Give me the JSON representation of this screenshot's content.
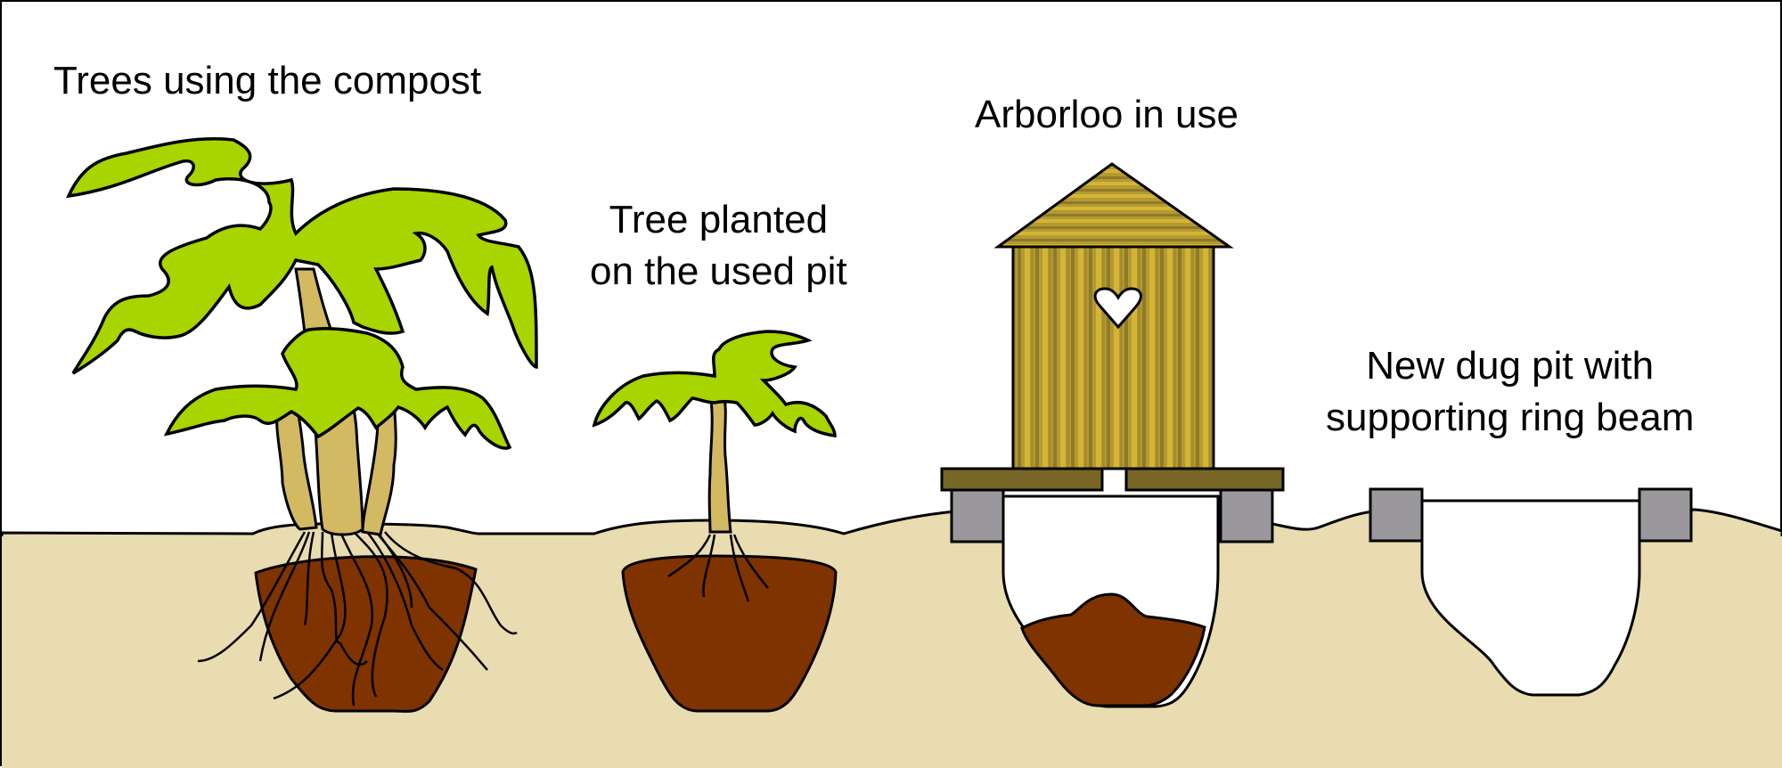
{
  "labels": {
    "trees_compost": "Trees using the compost",
    "tree_planted_line1": "Tree planted",
    "tree_planted_line2": "on the used pit",
    "arborloo_in_use": "Arborloo in use",
    "new_pit_line1": "New dug pit with",
    "new_pit_line2": "supporting ring beam"
  },
  "colors": {
    "soil": "#e8dcb0",
    "compost": "#7f3300",
    "leaf": "#a8d400",
    "trunk": "#d2b962",
    "wood_light": "#d4b436",
    "wood_dark": "#8e7a2a",
    "slab": "#786626",
    "ring_beam": "#9a989c",
    "outline": "#000000"
  }
}
